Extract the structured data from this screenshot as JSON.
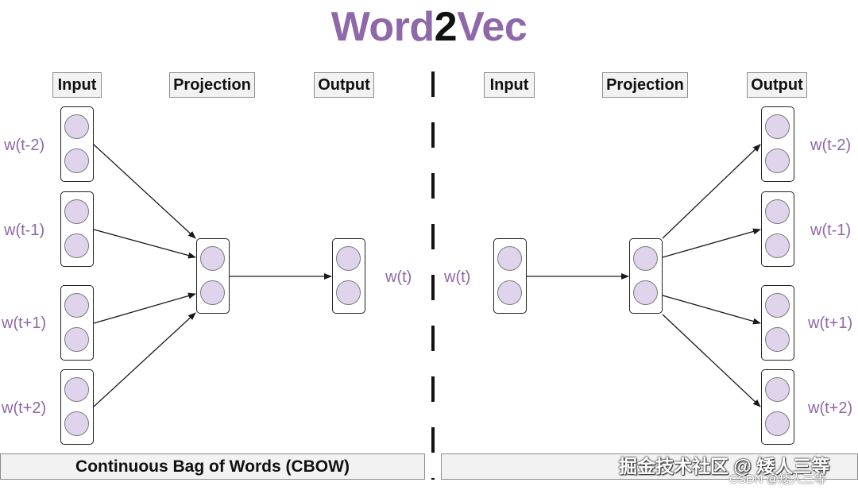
{
  "title": {
    "part1": "Word",
    "part2": "2",
    "part3": "Vec"
  },
  "colors": {
    "accent": "#8e68a8",
    "node_fill": "#e0d4ec",
    "line": "#1a1a1a"
  },
  "cbow": {
    "headers": {
      "input": "Input",
      "projection": "Projection",
      "output": "Output"
    },
    "context_labels": [
      "w(t-2)",
      "w(t-1)",
      "w(t+1)",
      "w(t+2)"
    ],
    "target_label": "w(t)",
    "footer": "Continuous Bag of Words (CBOW)"
  },
  "skipgram": {
    "headers": {
      "input": "Input",
      "projection": "Projection",
      "output": "Output"
    },
    "target_label": "w(t)",
    "context_labels": [
      "w(t-2)",
      "w(t-1)",
      "w(t+1)",
      "w(t+2)"
    ],
    "footer": ""
  },
  "watermark": {
    "line1": "掘金技术社区 @ 矮人三等",
    "line2": "CSDN @矮人三等"
  }
}
